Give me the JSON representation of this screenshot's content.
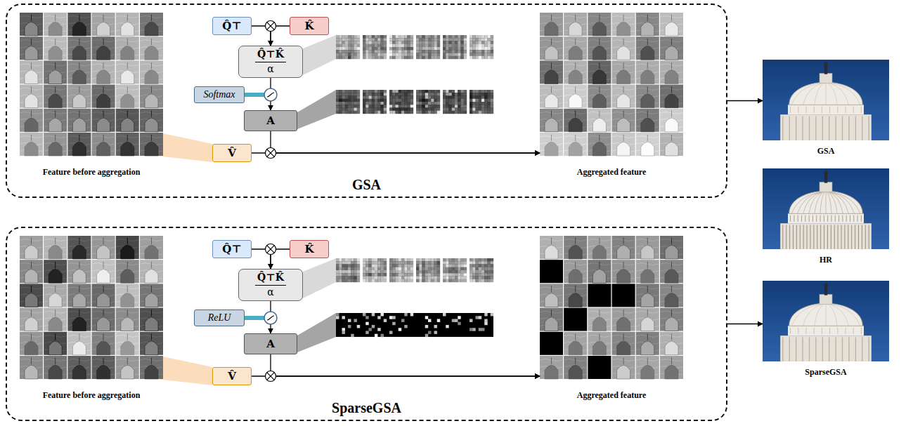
{
  "diagram": {
    "nodes": [
      {
        "text": [
          "GSA"
        ]
      },
      {
        "text": [
          "Feature before aggregation"
        ],
        "in": 0
      },
      {
        "text": [
          "Q̂⊤"
        ],
        "in": 0
      },
      {
        "text": [
          "K̂"
        ],
        "in": 0
      },
      {
        "text": [
          "Q̂⊤K̂",
          "α"
        ],
        "in": 0
      },
      {
        "text": [
          "Softmax"
        ],
        "in": 0
      },
      {
        "text": [
          "A"
        ],
        "in": 0
      },
      {
        "text": [
          "V̂"
        ],
        "in": 0
      },
      {
        "text": [
          "Aggregated feature"
        ],
        "in": 0
      },
      {
        "text": [
          "SparseGSA"
        ]
      },
      {
        "text": [
          "Feature before aggregation"
        ],
        "in": 9
      },
      {
        "text": [
          "Q̂⊤"
        ],
        "in": 9
      },
      {
        "text": [
          "K̂"
        ],
        "in": 9
      },
      {
        "text": [
          "Q̂⊤K̂",
          "α"
        ],
        "in": 9
      },
      {
        "text": [
          "ReLU"
        ],
        "in": 9
      },
      {
        "text": [
          "A"
        ],
        "in": 9
      },
      {
        "text": [
          "V̂"
        ],
        "in": 9
      },
      {
        "text": [
          "Aggregated feature"
        ],
        "in": 9
      },
      {
        "text": [
          "GSA"
        ]
      },
      {
        "text": [
          "HR"
        ]
      },
      {
        "text": [
          "SparseGSA"
        ]
      }
    ],
    "edges": [
      {
        "from": 2,
        "to": 4,
        "arrow": "to"
      },
      {
        "from": 3,
        "to": 4,
        "arrow": "to"
      },
      {
        "from": 4,
        "to": 6,
        "arrow": "to"
      },
      {
        "from": 6,
        "to": 8,
        "arrow": "to"
      },
      {
        "from": 7,
        "to": 8,
        "arrow": "to"
      },
      {
        "from": 0,
        "to": 18,
        "arrow": "to"
      },
      {
        "from": 11,
        "to": 13,
        "arrow": "to"
      },
      {
        "from": 12,
        "to": 13,
        "arrow": "to"
      },
      {
        "from": 13,
        "to": 15,
        "arrow": "to"
      },
      {
        "from": 15,
        "to": 17,
        "arrow": "to"
      },
      {
        "from": 16,
        "to": 17,
        "arrow": "to"
      },
      {
        "from": 9,
        "to": 20,
        "arrow": "to"
      }
    ]
  }
}
